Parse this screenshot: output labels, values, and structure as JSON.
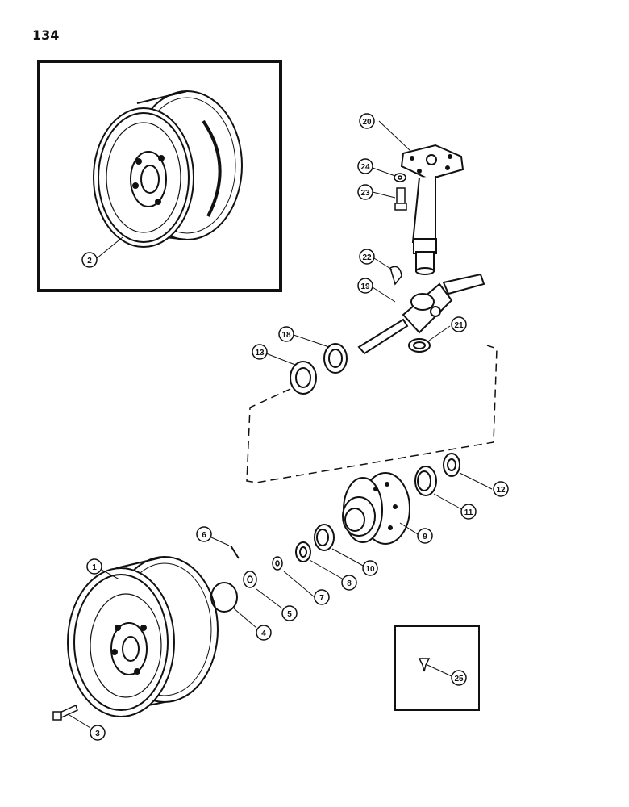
{
  "page_number": "134",
  "callouts": [
    {
      "id": "c1",
      "label": "1"
    },
    {
      "id": "c2",
      "label": "2"
    },
    {
      "id": "c3",
      "label": "3"
    },
    {
      "id": "c4",
      "label": "4"
    },
    {
      "id": "c5",
      "label": "5"
    },
    {
      "id": "c6",
      "label": "6"
    },
    {
      "id": "c7",
      "label": "7"
    },
    {
      "id": "c8",
      "label": "8"
    },
    {
      "id": "c9",
      "label": "9"
    },
    {
      "id": "c10",
      "label": "10"
    },
    {
      "id": "c11",
      "label": "11"
    },
    {
      "id": "c12",
      "label": "12"
    },
    {
      "id": "c13",
      "label": "13"
    },
    {
      "id": "c18",
      "label": "18"
    },
    {
      "id": "c19",
      "label": "19"
    },
    {
      "id": "c20",
      "label": "20"
    },
    {
      "id": "c21",
      "label": "21"
    },
    {
      "id": "c22",
      "label": "22"
    },
    {
      "id": "c23",
      "label": "23"
    },
    {
      "id": "c24",
      "label": "24"
    },
    {
      "id": "c25",
      "label": "25"
    }
  ]
}
